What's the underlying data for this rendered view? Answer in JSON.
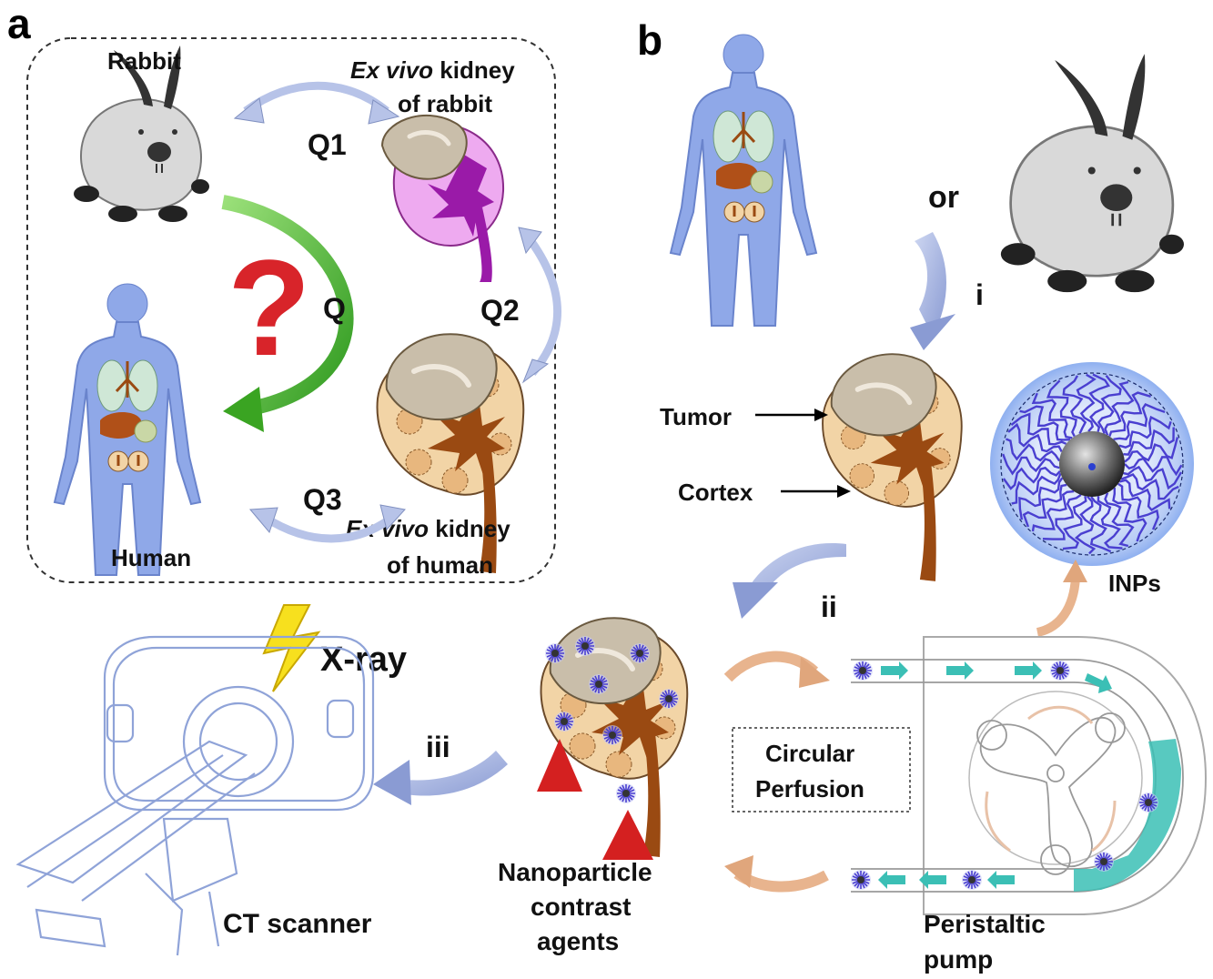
{
  "panel_a": {
    "letter": "a",
    "rabbit": "Rabbit",
    "human": "Human",
    "ex_vivo_rabbit": {
      "italic": "Ex vivo",
      "rest": " kidney",
      "line2": "of rabbit"
    },
    "ex_vivo_human": {
      "italic": "Ex vivo",
      "rest": " kidney",
      "line2": "of human"
    },
    "q": "Q",
    "q1": "Q1",
    "q2": "Q2",
    "q3": "Q3",
    "question_mark": "?"
  },
  "panel_b": {
    "letter": "b",
    "or": "or",
    "step_i": "i",
    "step_ii": "ii",
    "step_iii": "iii",
    "tumor": "Tumor",
    "cortex": "Cortex",
    "inps": "INPs",
    "xray": "X-ray",
    "ct_scanner": "CT scanner",
    "nanoparticle": [
      "Nanoparticle",
      "contrast",
      "agents"
    ],
    "circular_perfusion": [
      "Circular",
      "Perfusion"
    ],
    "peristaltic": [
      "Peristaltic",
      "pump"
    ]
  },
  "colors": {
    "body_blue": "#8fa8e8",
    "rabbit_gray": "#d9d9d9",
    "kidney_tan": "#f2d4a6",
    "kidney_brown": "#9a4a12",
    "tumor_gray": "#c9beaa",
    "rabbit_kidney_purple": "#9a1aa8",
    "green_arrow": "#4db82e",
    "red_q": "#d8242a",
    "arrow_blue": "#9aaad8",
    "arrow_peach": "#e8b48e",
    "teal": "#3bbfb5",
    "np_blue": "#4a3fd0"
  }
}
